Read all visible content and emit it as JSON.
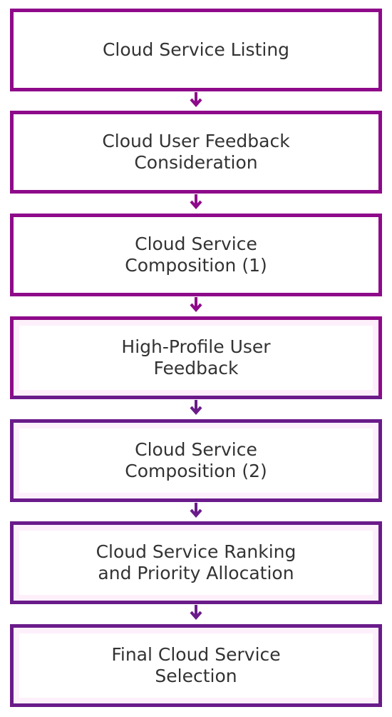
{
  "diagram": {
    "type": "flowchart",
    "direction": "top-to-bottom",
    "colors": {
      "border_magenta": "#8e0a8a",
      "border_purple": "#6a1b8a",
      "text": "#333333",
      "glow": "#fdf0fb"
    },
    "nodes": [
      {
        "label": "Cloud Service Listing"
      },
      {
        "label": "Cloud User Feedback\nConsideration"
      },
      {
        "label": "Cloud Service\nComposition (1)"
      },
      {
        "label": "High-Profile User\nFeedback"
      },
      {
        "label": "Cloud Service\nComposition (2)"
      },
      {
        "label": "Cloud Service Ranking\nand Priority Allocation"
      },
      {
        "label": "Final Cloud Service\nSelection"
      }
    ]
  }
}
